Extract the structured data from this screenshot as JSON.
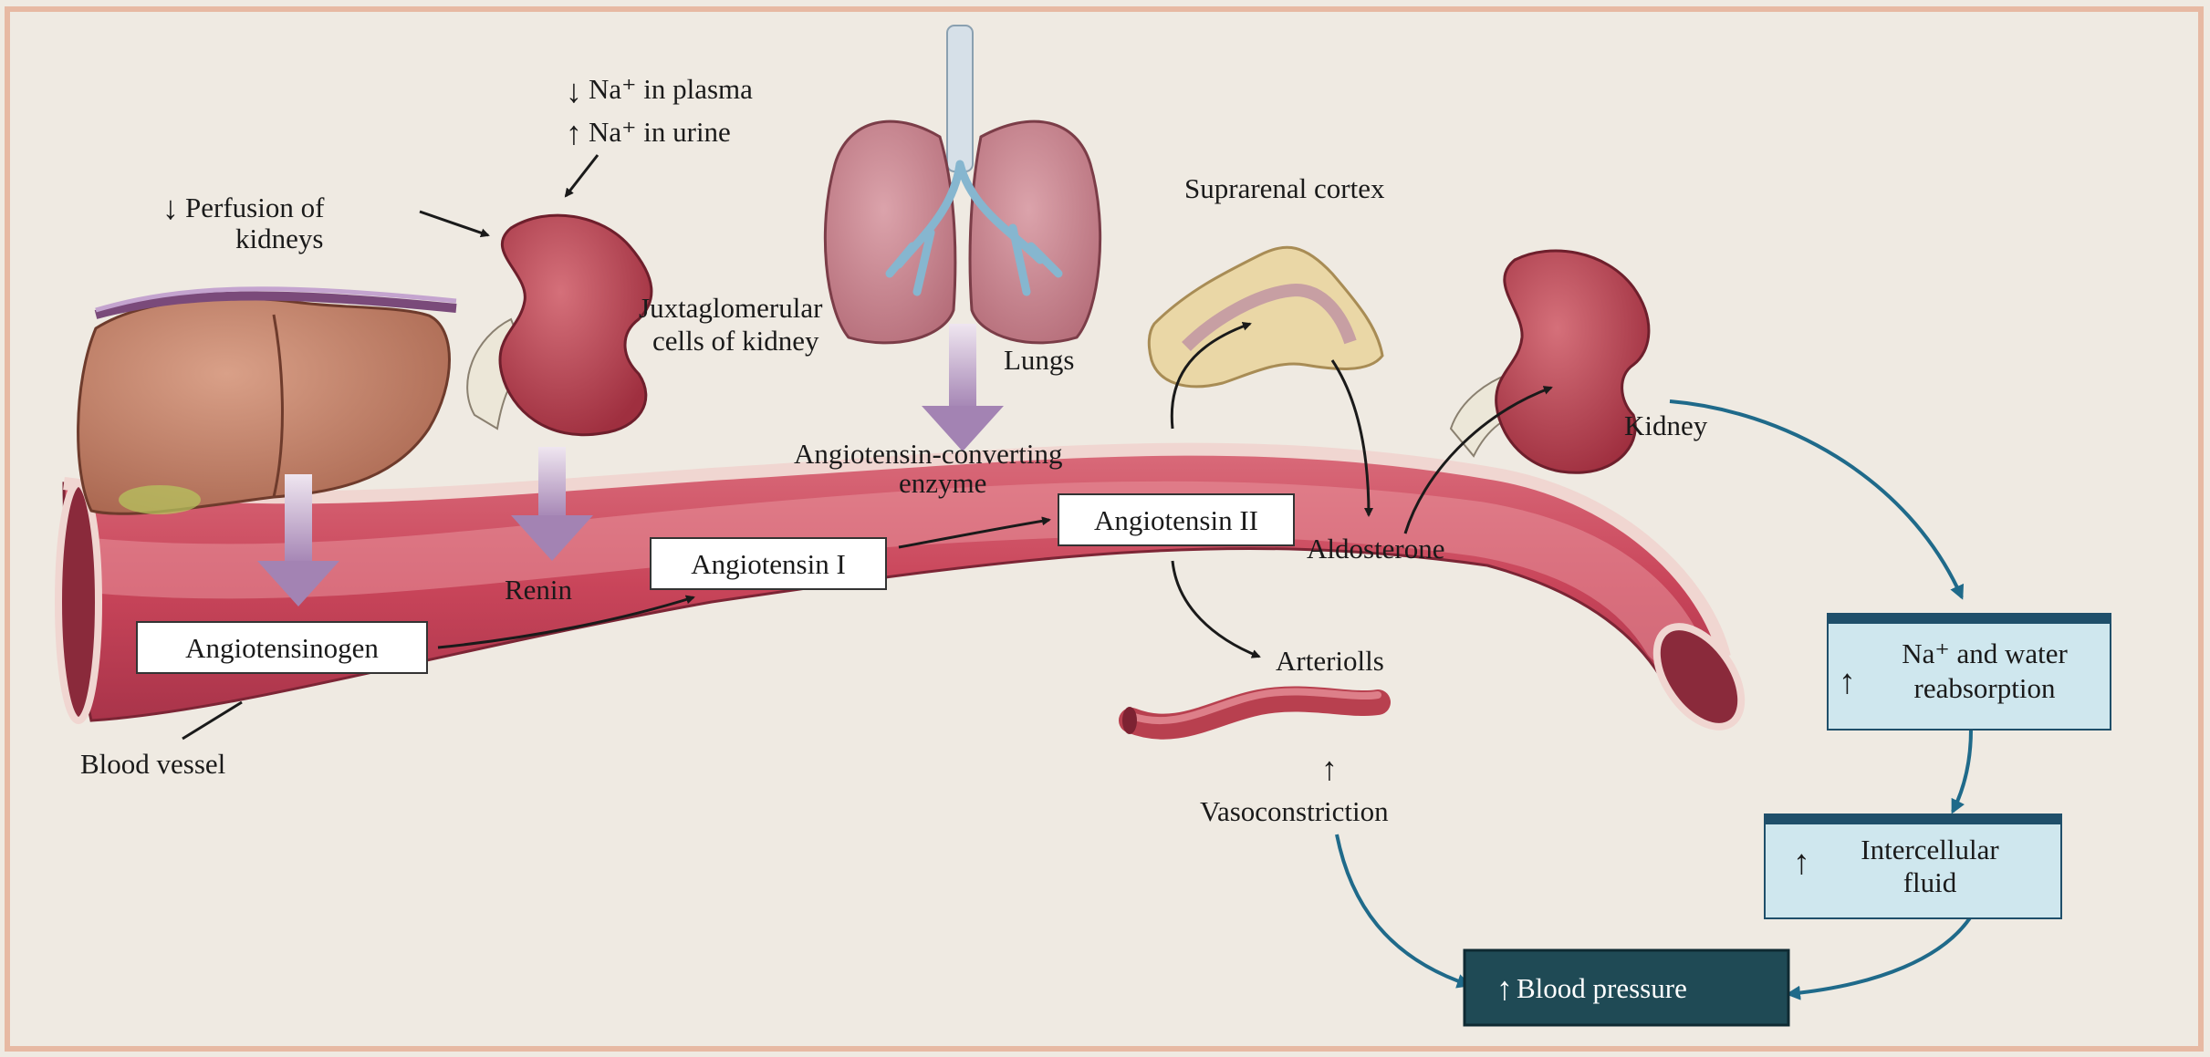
{
  "colors": {
    "page_background": "#efeae2",
    "frame": "#e7b9a3",
    "vessel_outer": "#c44a5e",
    "vessel_inner": "#e68a94",
    "vessel_rim": "#eed3cf",
    "organ": "#b9434f",
    "liver": "#c98a72",
    "lung": "#c8818c",
    "adrenal": "#ead7a6",
    "flow_arrow": "#a98bb8",
    "pathway_arrow": "#1f6a8a",
    "effect_box_fill": "#cfe7ee",
    "effect_box_bar": "#1f4f6a",
    "result_box_fill": "#1f4a55",
    "result_box_text": "#ffffff"
  },
  "labels": {
    "perfusion_line1": "Perfusion of",
    "perfusion_line2": "kidneys",
    "na_plasma": "Na⁺ in plasma",
    "na_urine": "Na⁺ in urine",
    "juxta_line1": "Juxtaglomerular",
    "juxta_line2": "cells of kidney",
    "lungs": "Lungs",
    "suprarenal": "Suprarenal cortex",
    "kidney_right": "Kidney",
    "ace_line1": "Angiotensin-converting",
    "ace_line2": "enzyme",
    "renin": "Renin",
    "aldosterone": "Aldosterone",
    "arteriolls": "Arteriolls",
    "vasoconstriction": "Vasoconstriction",
    "blood_vessel": "Blood vessel"
  },
  "boxes": {
    "angiotensinogen": "Angiotensinogen",
    "angiotensin1": "Angiotensin I",
    "angiotensin2": "Angiotensin II",
    "na_water_line1": "Na⁺ and water",
    "na_water_line2": "reabsorption",
    "intercellular_line1": "Intercellular",
    "intercellular_line2": "fluid",
    "blood_pressure": "Blood pressure"
  },
  "indicators": {
    "down": "↓",
    "up": "↑"
  }
}
